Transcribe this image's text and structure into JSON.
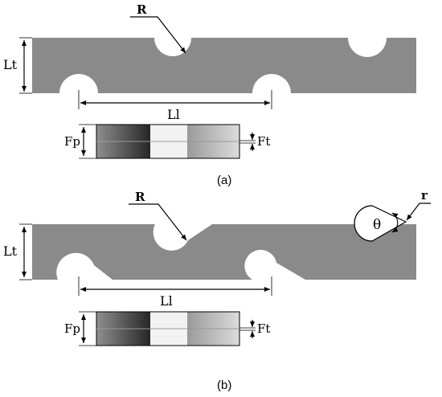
{
  "figure_a": {
    "label_R": "R",
    "label_Lt": "Lt",
    "label_Ll": "Ll",
    "label_Fp": "Fp",
    "label_Ft": "Ft",
    "caption": "(a)"
  },
  "figure_b": {
    "label_R": "R",
    "label_r": "r",
    "label_theta": "θ",
    "label_Lt": "Lt",
    "label_Ll": "Ll",
    "label_Fp": "Fp",
    "label_Ft": "Ft",
    "caption": "(b)"
  },
  "colors": {
    "strip": "#8a8a8a",
    "laminate_dark": "#2d2d2d",
    "laminate_light": "#f2f2f2",
    "laminate_mid": "#b8b8b8"
  }
}
